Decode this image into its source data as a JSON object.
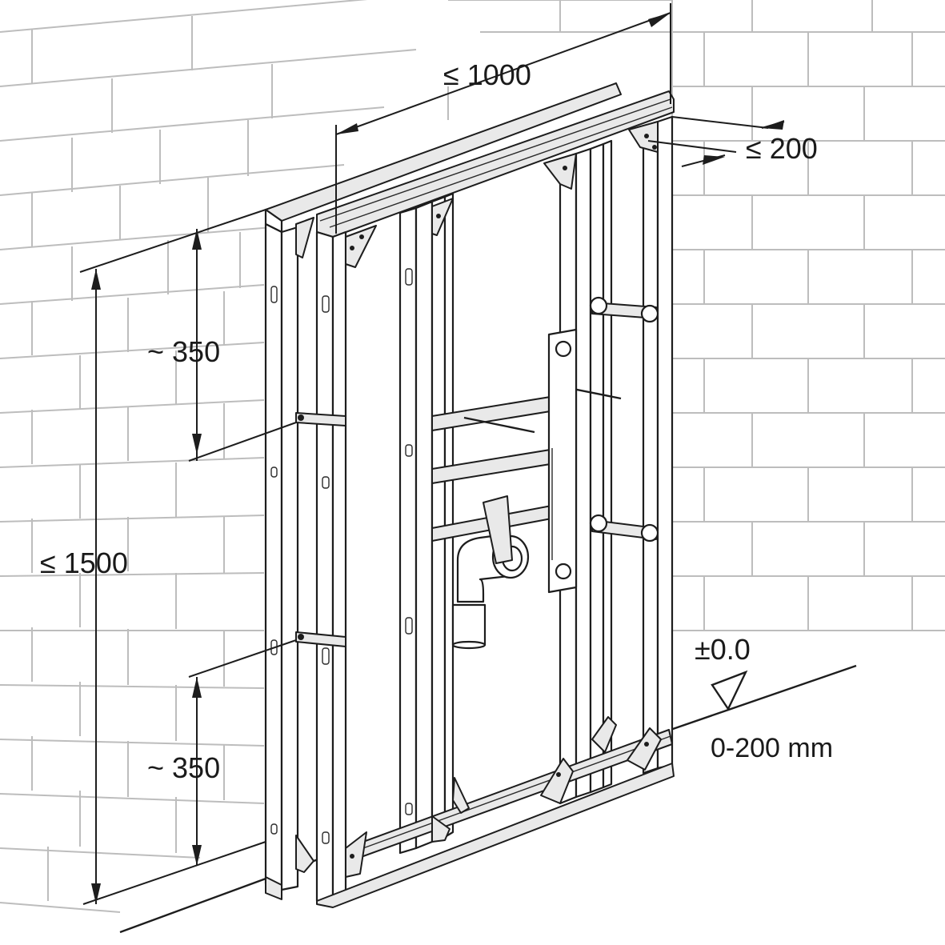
{
  "figure": {
    "kind": "technical installation drawing",
    "colors": {
      "line": "#1d1d1d",
      "brick": "#bdbdbd",
      "background": "#ffffff",
      "metal_fill": "#e9e9e9"
    }
  },
  "dimensions": {
    "width_max": "≤ 1000",
    "depth_max": "≤ 200",
    "height_max": "≤ 1500",
    "bracket_upper": "~ 350",
    "bracket_lower": "~ 350",
    "floor_level": "±0.0",
    "floor_range": "0-200 mm"
  }
}
